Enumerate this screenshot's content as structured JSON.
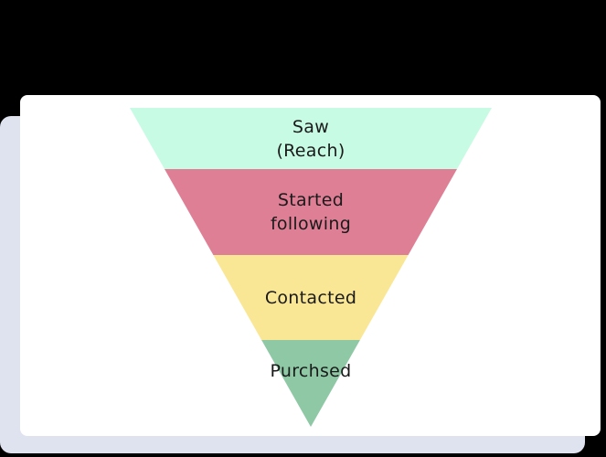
{
  "page": {
    "background_color": "#000000"
  },
  "cards": {
    "backdrop_color": "#dfe2ef",
    "canvas_color": "#ffffff"
  },
  "chart_data": {
    "type": "funnel",
    "orientation": "inverted",
    "title": "",
    "text_color": "#1a1a1a",
    "stages": [
      {
        "label": "Saw (Reach)",
        "lines": [
          "Saw",
          "(Reach)"
        ],
        "color": "#c8fbe4"
      },
      {
        "label": "Started following",
        "lines": [
          "Started",
          "following"
        ],
        "color": "#df7f95"
      },
      {
        "label": "Contacted",
        "lines": [
          "Contacted"
        ],
        "color": "#fae795"
      },
      {
        "label": "Purchsed",
        "lines": [
          "Purchsed"
        ],
        "color": "#8ec8a5"
      }
    ]
  }
}
